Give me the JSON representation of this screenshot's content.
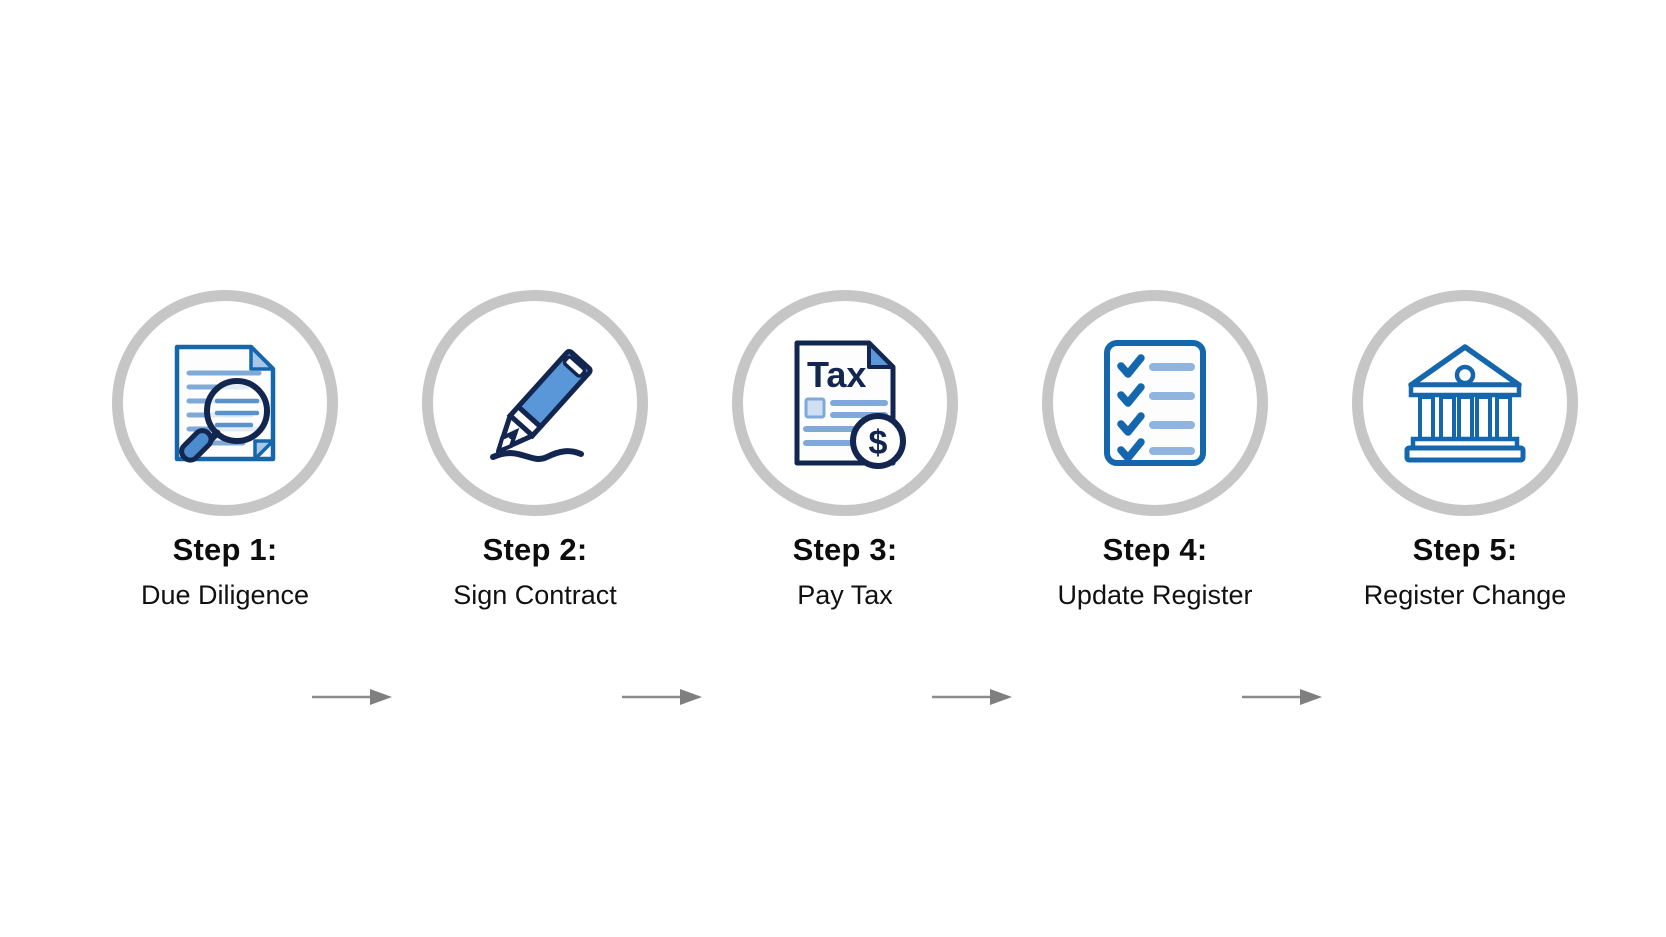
{
  "diagram": {
    "type": "horizontal-process-flow",
    "background_color": "#ffffff",
    "ring_color": "#c6c6c6",
    "arrow_color": "#8c8c8c",
    "accent_dark": "#12264f",
    "accent_blue": "#1567ad",
    "accent_light": "#a8c7e8",
    "steps": [
      {
        "title": "Step 1:",
        "caption": "Due Diligence",
        "icon": "document-magnifier-icon"
      },
      {
        "title": "Step 2:",
        "caption": "Sign Contract",
        "icon": "fountain-pen-signature-icon"
      },
      {
        "title": "Step 3:",
        "caption": "Pay Tax",
        "icon": "tax-document-dollar-icon",
        "icon_text": "Tax",
        "icon_badge": "$"
      },
      {
        "title": "Step 4:",
        "caption": "Update Register",
        "icon": "checklist-icon"
      },
      {
        "title": "Step 5:",
        "caption": "Register Change",
        "icon": "government-building-icon"
      }
    ],
    "connectors": [
      {
        "name": "arrow-step1-step2"
      },
      {
        "name": "arrow-step2-step3"
      },
      {
        "name": "arrow-step3-step4"
      },
      {
        "name": "arrow-step4-step5"
      }
    ]
  }
}
